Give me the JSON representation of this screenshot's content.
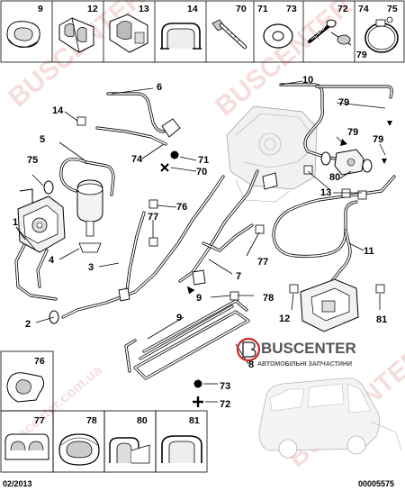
{
  "diagram": {
    "reference": "00005575",
    "date": "02/2013",
    "watermark": "BUSCENTER",
    "watermark_site": "buscenter.com.ua",
    "brand_name": "BUSCENTER",
    "brand_tagline": "АВТОМОБІЛЬНІ ЗАПЧАСТИНИ"
  },
  "legend_top": [
    {
      "num": "9"
    },
    {
      "num": "12"
    },
    {
      "num": "13"
    },
    {
      "num": "14"
    },
    {
      "num": "70"
    },
    {
      "num": "71"
    },
    {
      "num": "73"
    },
    {
      "num": "72"
    },
    {
      "num": "74"
    },
    {
      "num": "75"
    },
    {
      "num": "79"
    }
  ],
  "legend_left": [
    {
      "num": "76"
    },
    {
      "num": "77"
    },
    {
      "num": "78"
    },
    {
      "num": "80"
    },
    {
      "num": "81"
    }
  ],
  "callouts": {
    "c1": "1",
    "c2": "2",
    "c3": "3",
    "c4": "4",
    "c5": "5",
    "c6": "6",
    "c7": "7",
    "c8": "8",
    "c9a": "9",
    "c9b": "9",
    "c10": "10",
    "c11": "11",
    "c12": "12",
    "c13": "13",
    "c14": "14",
    "c70": "70",
    "c71": "71",
    "c72": "72",
    "c73": "73",
    "c74": "74",
    "c75": "75",
    "c76": "76",
    "c77a": "77",
    "c77b": "77",
    "c78": "78",
    "c79a": "79",
    "c79b": "79",
    "c79c": "79",
    "c80": "80",
    "c81": "81"
  }
}
